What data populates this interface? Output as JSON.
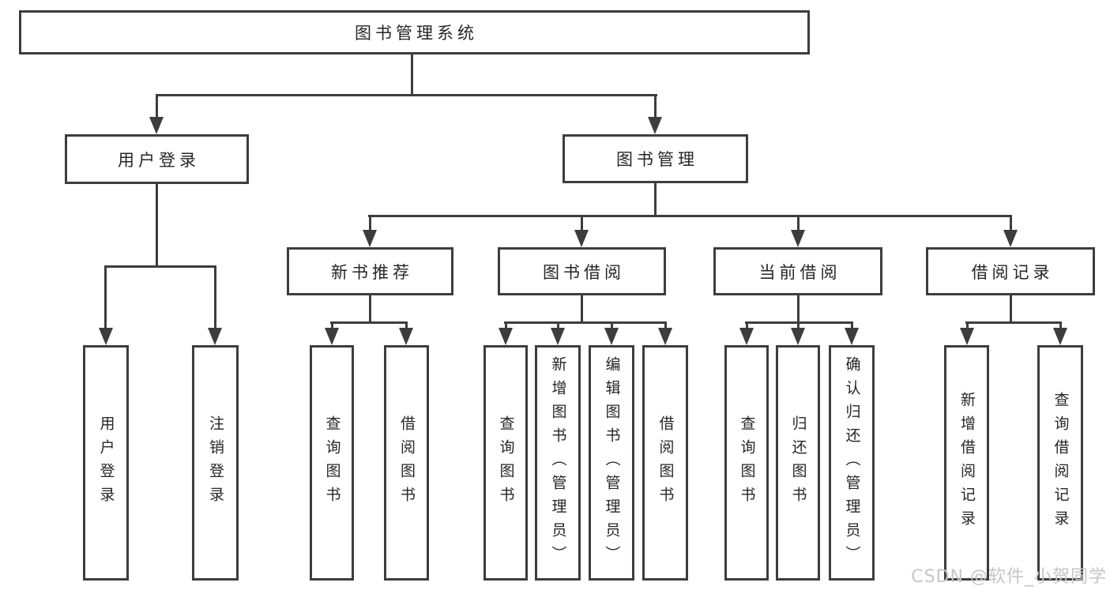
{
  "diagram": {
    "type": "hierarchy-tree",
    "title": "图书管理系统",
    "nodes": {
      "user_login": "用户登录",
      "book_mgmt": "图书管理",
      "new_books": "新书推荐",
      "book_borrow": "图书借阅",
      "current_borrow": "当前借阅",
      "borrow_records": "借阅记录"
    },
    "leaves": {
      "user_login_children": [
        "用户登录",
        "注销登录"
      ],
      "new_books_children": [
        "查询图书",
        "借阅图书"
      ],
      "book_borrow_children": [
        "查询图书",
        "新增图书（管理员）",
        "编辑图书（管理员）",
        "借阅图书"
      ],
      "current_borrow_children": [
        "查询图书",
        "归还图书",
        "确认归还（管理员）"
      ],
      "borrow_records_children": [
        "新增借阅记录",
        "查询借阅记录"
      ]
    }
  },
  "watermark": {
    "text": "CSDN @软件_小贺同学"
  },
  "colors": {
    "line": "#3d3d3d",
    "text": "#262626",
    "background": "#ffffff",
    "watermark": "#c6c6c6"
  }
}
